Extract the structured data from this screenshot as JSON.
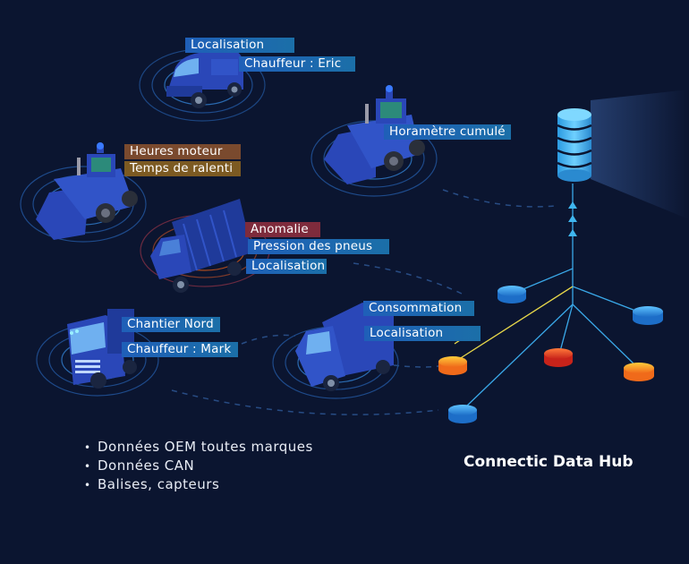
{
  "labels": {
    "van_location": "Localisation",
    "van_driver": "Chauffeur : Eric",
    "excavator_hours": "Heures moteur",
    "excavator_idle": "Temps de ralenti",
    "loader_counter": "Horamètre cumulé",
    "truck_anomaly": "Anomalie",
    "truck_tire_pressure": "Pression des pneus",
    "truck_location": "Localisation",
    "semi_site": "Chantier Nord",
    "semi_driver": "Chauffeur : Mark",
    "box_consumption": "Consommation",
    "box_location": "Localisation"
  },
  "data_sources": [
    "Données OEM toutes marques",
    "Données CAN",
    "Balises, capteurs"
  ],
  "hub_title": "Connectic Data Hub",
  "colors": {
    "background": "#0b1530",
    "label_blue": "#1f6fb0",
    "label_brown": "#7a4a2e",
    "label_olive": "#7c5a22",
    "label_red": "#7e2b3c",
    "vehicle": "#2a47b8",
    "hub_cyan": "#3fb6ef",
    "node_orange": "#f5a623",
    "node_red": "#e0452a",
    "line_yellow": "#e8d84a"
  },
  "icons": [
    "van-icon",
    "excavator-icon",
    "loader-icon",
    "dump-truck-icon",
    "semi-truck-icon",
    "box-truck-icon",
    "database-icon"
  ]
}
